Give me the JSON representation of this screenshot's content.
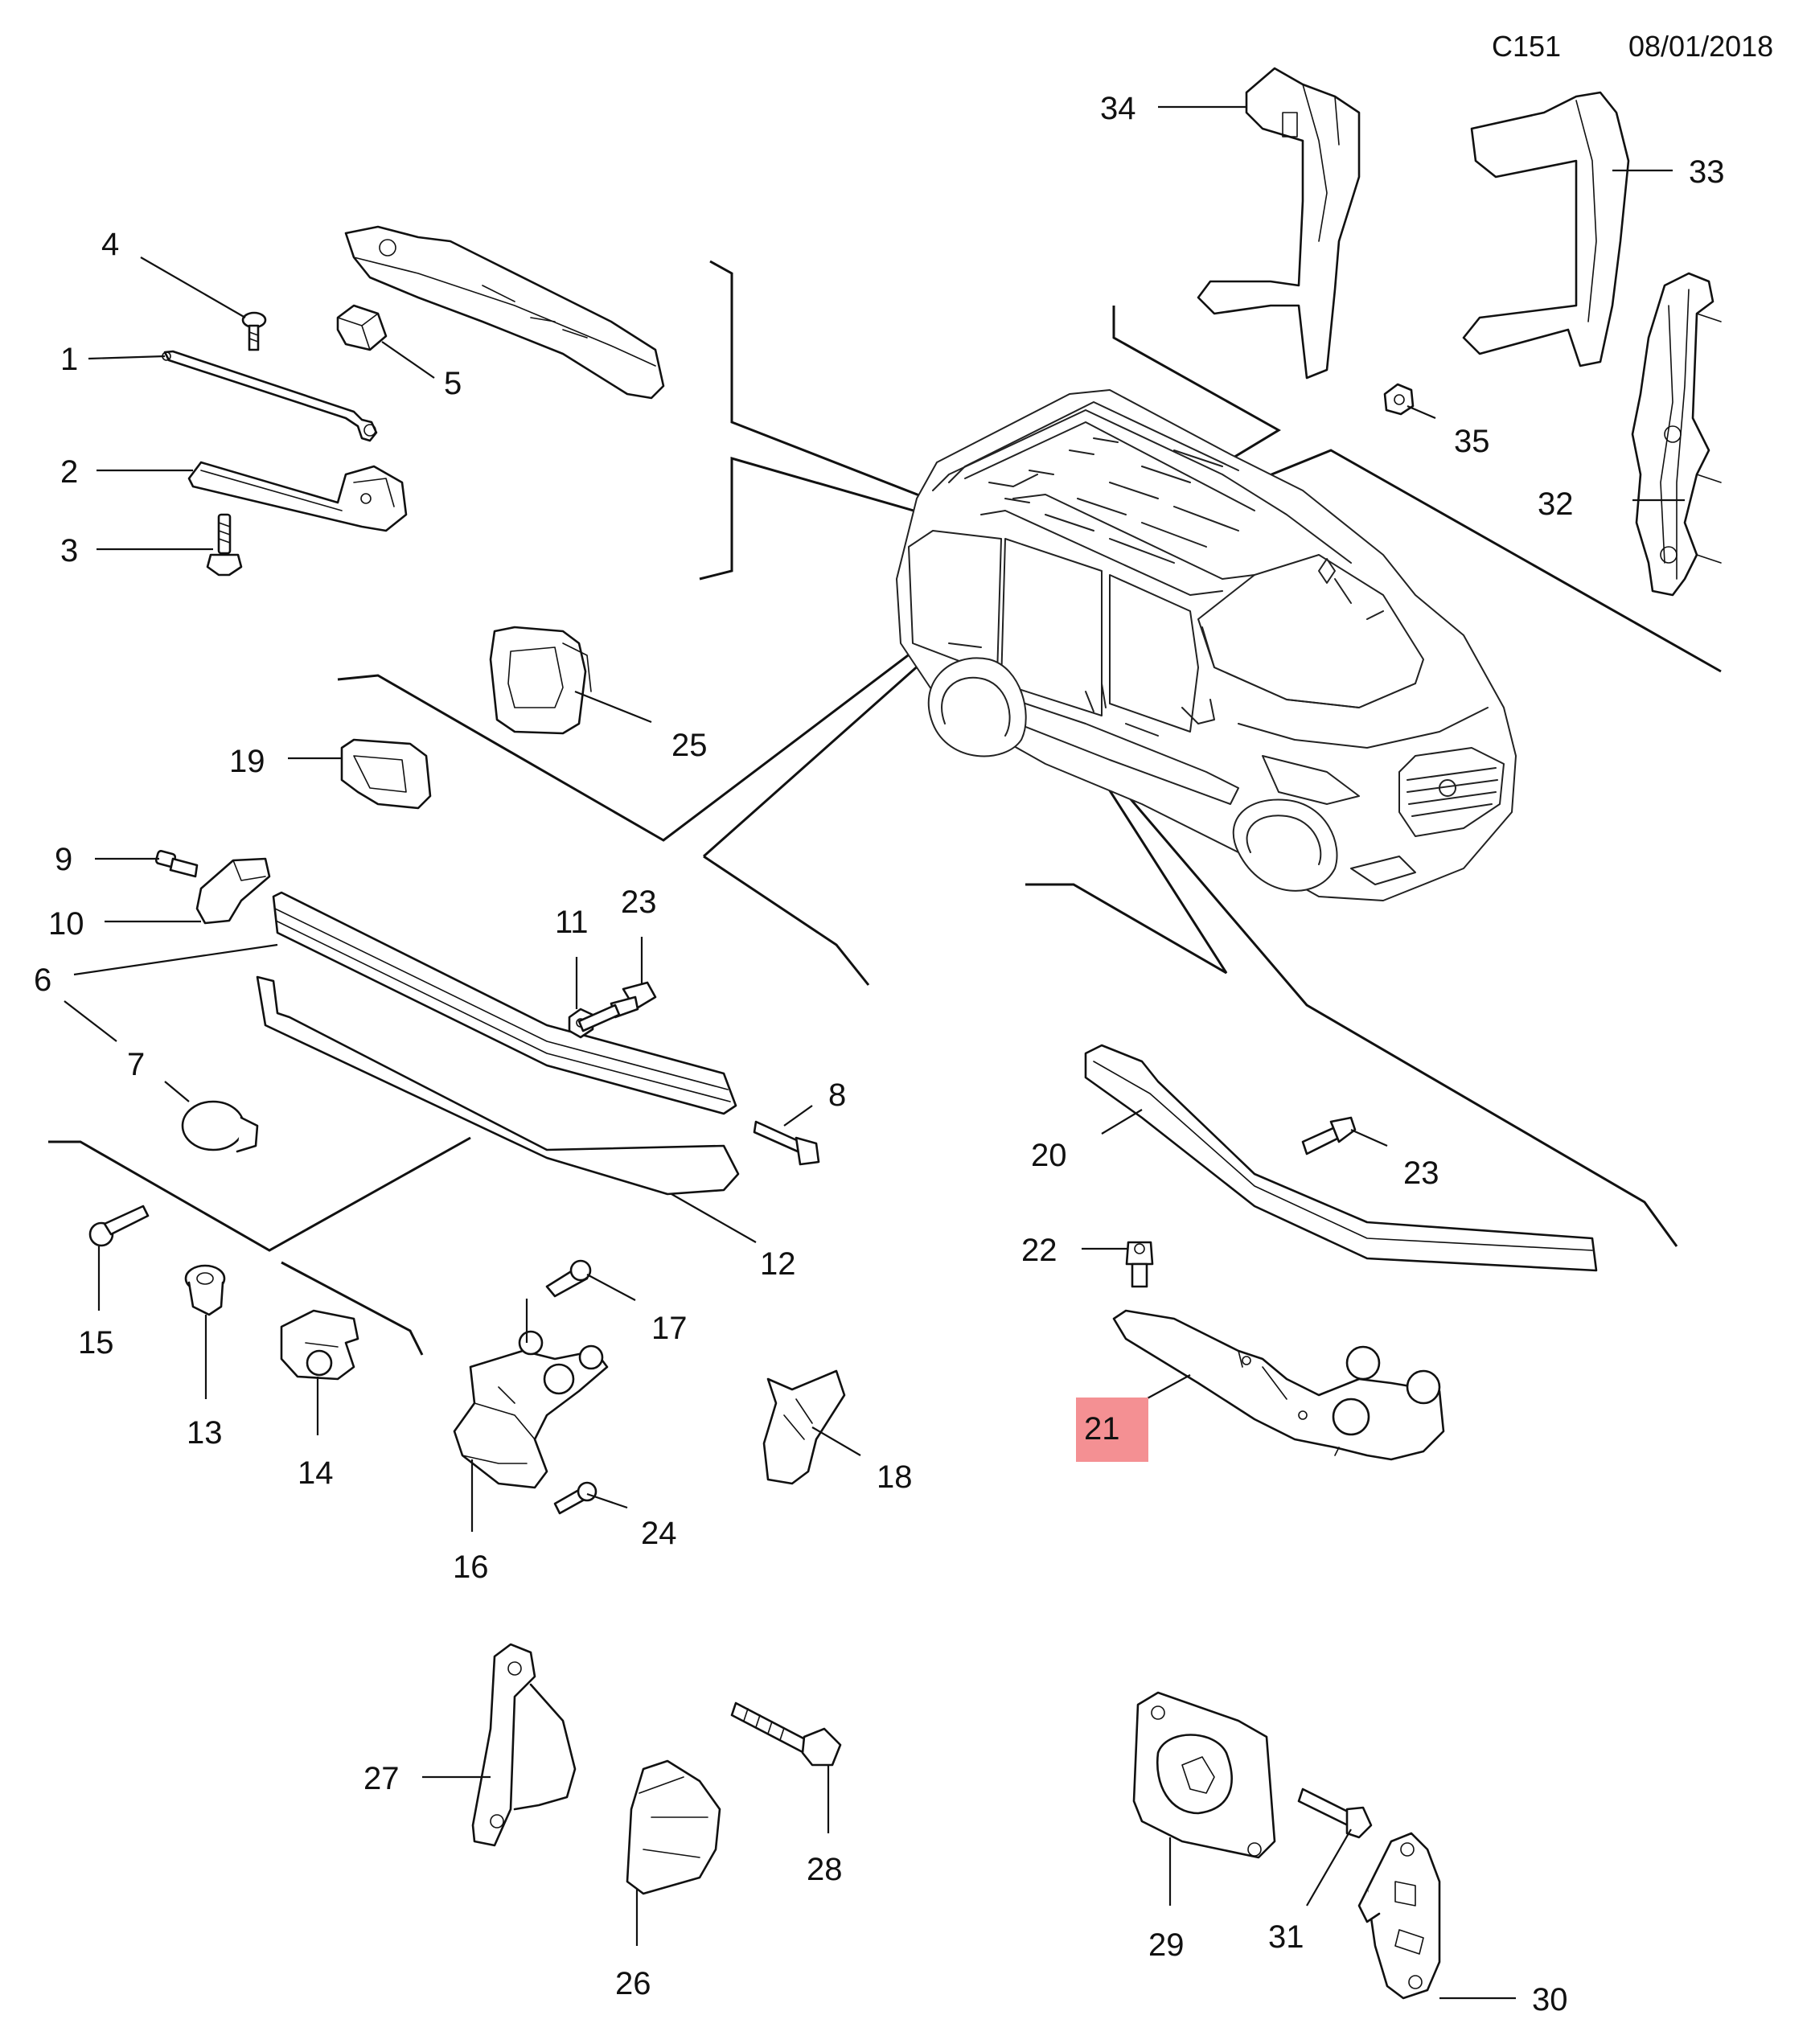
{
  "header": {
    "code": "C151",
    "date": "08/01/2018"
  },
  "highlight_color": "#f49093",
  "highlighted_callout": "21",
  "callouts": {
    "n1": "1",
    "n2": "2",
    "n3": "3",
    "n4": "4",
    "n5": "5",
    "n6": "6",
    "n7": "7",
    "n8": "8",
    "n9": "9",
    "n10": "10",
    "n11": "11",
    "n12": "12",
    "n13": "13",
    "n14": "14",
    "n15": "15",
    "n16": "16",
    "n17": "17",
    "n18": "18",
    "n19": "19",
    "n20": "20",
    "n21": "21",
    "n22": "22",
    "n23a": "23",
    "n23b": "23",
    "n24": "24",
    "n25": "25",
    "n26": "26",
    "n27": "27",
    "n28": "28",
    "n29": "29",
    "n30": "30",
    "n31": "31",
    "n32": "32",
    "n33": "33",
    "n34": "34",
    "n35": "35"
  }
}
